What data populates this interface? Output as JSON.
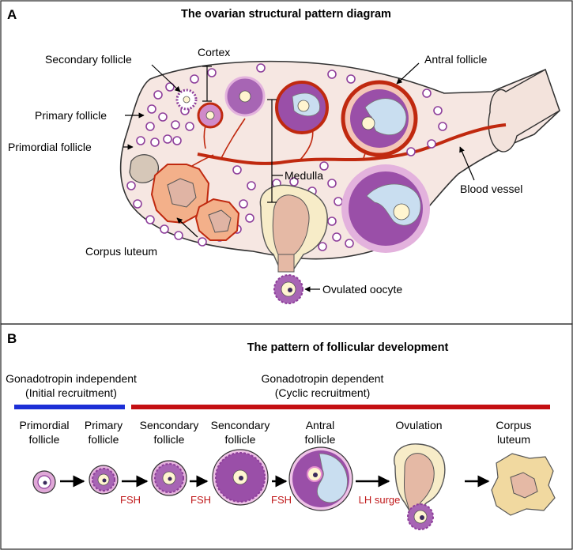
{
  "colors": {
    "ovary_fill": "#f6e7e2",
    "cell_purple": "#8e3f9b",
    "vessel_red": "#c0290f",
    "antrum_blue": "#c9def0",
    "luteum_tan": "#f1d9a0",
    "independent_bar": "#1c2fd6",
    "dependent_bar": "#c40f12",
    "hormone_text": "#c0181a"
  },
  "panel_a": {
    "letter": "A",
    "title": "The ovarian structural pattern diagram",
    "labels": {
      "secondary_follicle": "Secondary follicle",
      "cortex": "Cortex",
      "antral_follicle": "Antral follicle",
      "primary_follicle": "Primary follicle",
      "primordial_follicle": "Primordial follicle",
      "medulla": "Medulla",
      "blood_vessel": "Blood vessel",
      "corpus_luteum": "Corpus luteum",
      "ovulated_oocyte": "Ovulated oocyte"
    }
  },
  "panel_b": {
    "letter": "B",
    "title": "The pattern of follicular development",
    "independent": {
      "line1": "Gonadotropin independent",
      "line2": "(Initial recruitment)"
    },
    "dependent": {
      "line1": "Gonadotropin dependent",
      "line2": "(Cyclic recruitment)"
    },
    "stages": [
      {
        "line1": "Primordial",
        "line2": "follicle"
      },
      {
        "line1": "Primary",
        "line2": "follicle"
      },
      {
        "line1": "Sencondary",
        "line2": "follicle"
      },
      {
        "line1": "Sencondary",
        "line2": "follicle"
      },
      {
        "line1": "Antral",
        "line2": "follicle"
      },
      {
        "line1": "Ovulation",
        "line2": ""
      },
      {
        "line1": "Corpus",
        "line2": "luteum"
      }
    ],
    "hormones": [
      "FSH",
      "FSH",
      "FSH",
      "LH surge"
    ]
  }
}
